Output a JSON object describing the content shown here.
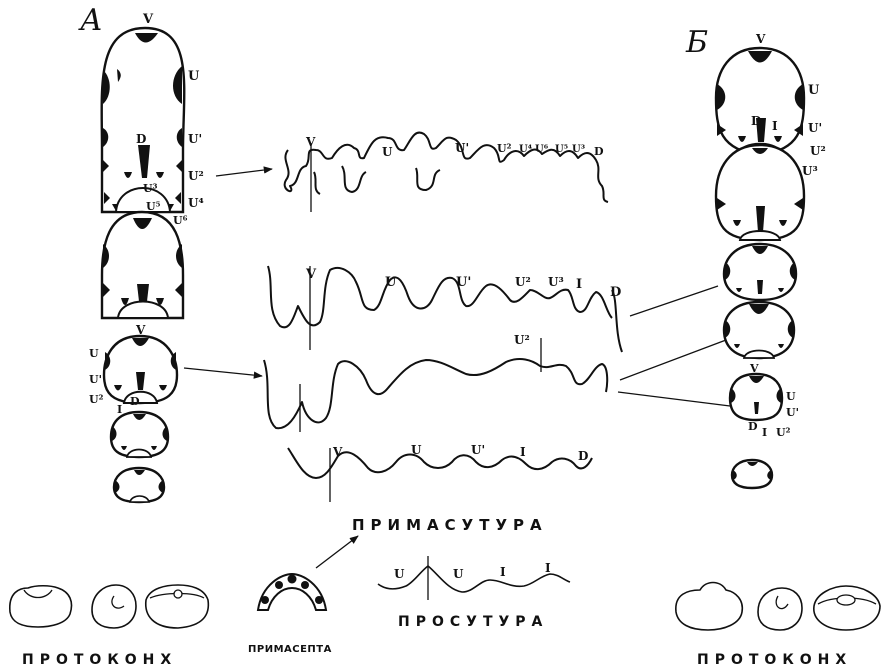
{
  "panels": {
    "a": "А",
    "b": "Б"
  },
  "captions": {
    "primasutura": "ПРИМАСУТУРА",
    "prosutura": "ПРОСУТУРА",
    "primasepta": "ПРИМАСЕПТА",
    "protoconch_left": "ПРОТОКОНХ",
    "protoconch_right": "ПРОТОКОНХ"
  },
  "lobes": {
    "V": "V",
    "U": "U",
    "U1": "U'",
    "U2": "U²",
    "U3": "U³",
    "U4": "U⁴",
    "U5": "U⁵",
    "U6": "U⁶",
    "I": "I",
    "D": "D"
  },
  "colors": {
    "ink": "#111111",
    "paper": "#ffffff"
  }
}
